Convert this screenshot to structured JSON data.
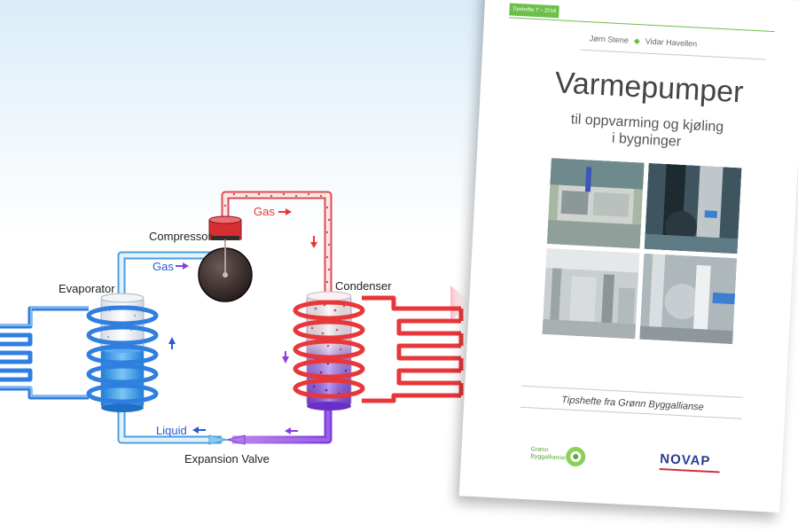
{
  "diagram": {
    "components": {
      "compressor": "Compressor",
      "evaporator": "Evaporator",
      "condenser": "Condenser",
      "expansion_valve": "Expansion Valve"
    },
    "flow_labels": {
      "gas_top": "Gas",
      "gas_left": "Gas",
      "liquid": "Liquid"
    },
    "colors": {
      "hot": "#e8373a",
      "cold": "#2f7fe0",
      "mixed": "#8b4fe0"
    }
  },
  "booklet": {
    "series": "Tipshefte 7 – 2016",
    "authors": [
      "Jørn Stene",
      "Vidar Havellen"
    ],
    "title": "Varmepumper",
    "subtitle_line1": "til oppvarming og kjøling",
    "subtitle_line2": "i bygninger",
    "footer": "Tipshefte fra Grønn Byggallianse",
    "logos": {
      "left": "Grønn Byggallianse",
      "right": "NOVAP"
    }
  }
}
